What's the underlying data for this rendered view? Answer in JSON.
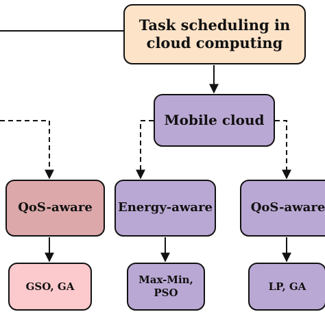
{
  "nodes": {
    "root": {
      "label": "Task scheduling in\ncloud computing",
      "color": "#fde3c8"
    },
    "mobile": {
      "label": "Mobile cloud",
      "color": "#baa8d4"
    },
    "left_qos": {
      "label": "QoS-aware",
      "color": "#dca8a9"
    },
    "energy": {
      "label": "Energy-aware",
      "color": "#baa8d4"
    },
    "right_qos": {
      "label": "QoS-aware",
      "color": "#baa8d4"
    },
    "left_algos": {
      "label": "GSO, GA",
      "color": "#fcc9cd"
    },
    "energy_algos": {
      "label": "Max-Min,\nPSO",
      "color": "#baa8d4"
    },
    "right_algos": {
      "label": "LP, GA",
      "color": "#baa8d4"
    }
  },
  "edges": [
    {
      "from": "root",
      "to": "mobile",
      "style": "solid"
    },
    {
      "from": "mobile",
      "to": "energy",
      "style": "dashed"
    },
    {
      "from": "mobile",
      "to": "right_qos",
      "style": "dashed"
    },
    {
      "from": "left_qos",
      "to": "left_algos",
      "style": "solid"
    },
    {
      "from": "energy",
      "to": "energy_algos",
      "style": "solid"
    },
    {
      "from": "right_qos",
      "to": "right_algos",
      "style": "solid"
    }
  ]
}
